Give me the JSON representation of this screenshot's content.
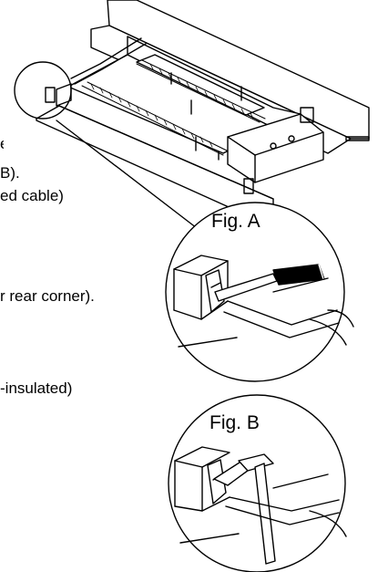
{
  "text_fragments": [
    "e",
    "B).",
    "ed cable)",
    "r rear corner).",
    "-insulated)"
  ],
  "figure_labels": {
    "fig_a": "Fig. A",
    "fig_b": "Fig. B"
  }
}
